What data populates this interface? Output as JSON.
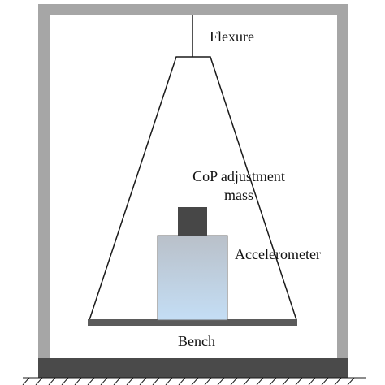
{
  "labels": {
    "flexure": "Flexure",
    "cop_line1": "CoP adjustment",
    "cop_line2": "mass",
    "accelerometer": "Accelerometer",
    "bench": "Bench"
  },
  "colors": {
    "frame": "#a6a6a6",
    "base": "#4a4a4a",
    "bench": "#5b5b5b",
    "mass": "#474747",
    "accel_top": "#b9c0c9",
    "accel_bottom": "#c4def5",
    "accel_stroke": "#6b6b6b",
    "lines": "#1a1a1a"
  }
}
